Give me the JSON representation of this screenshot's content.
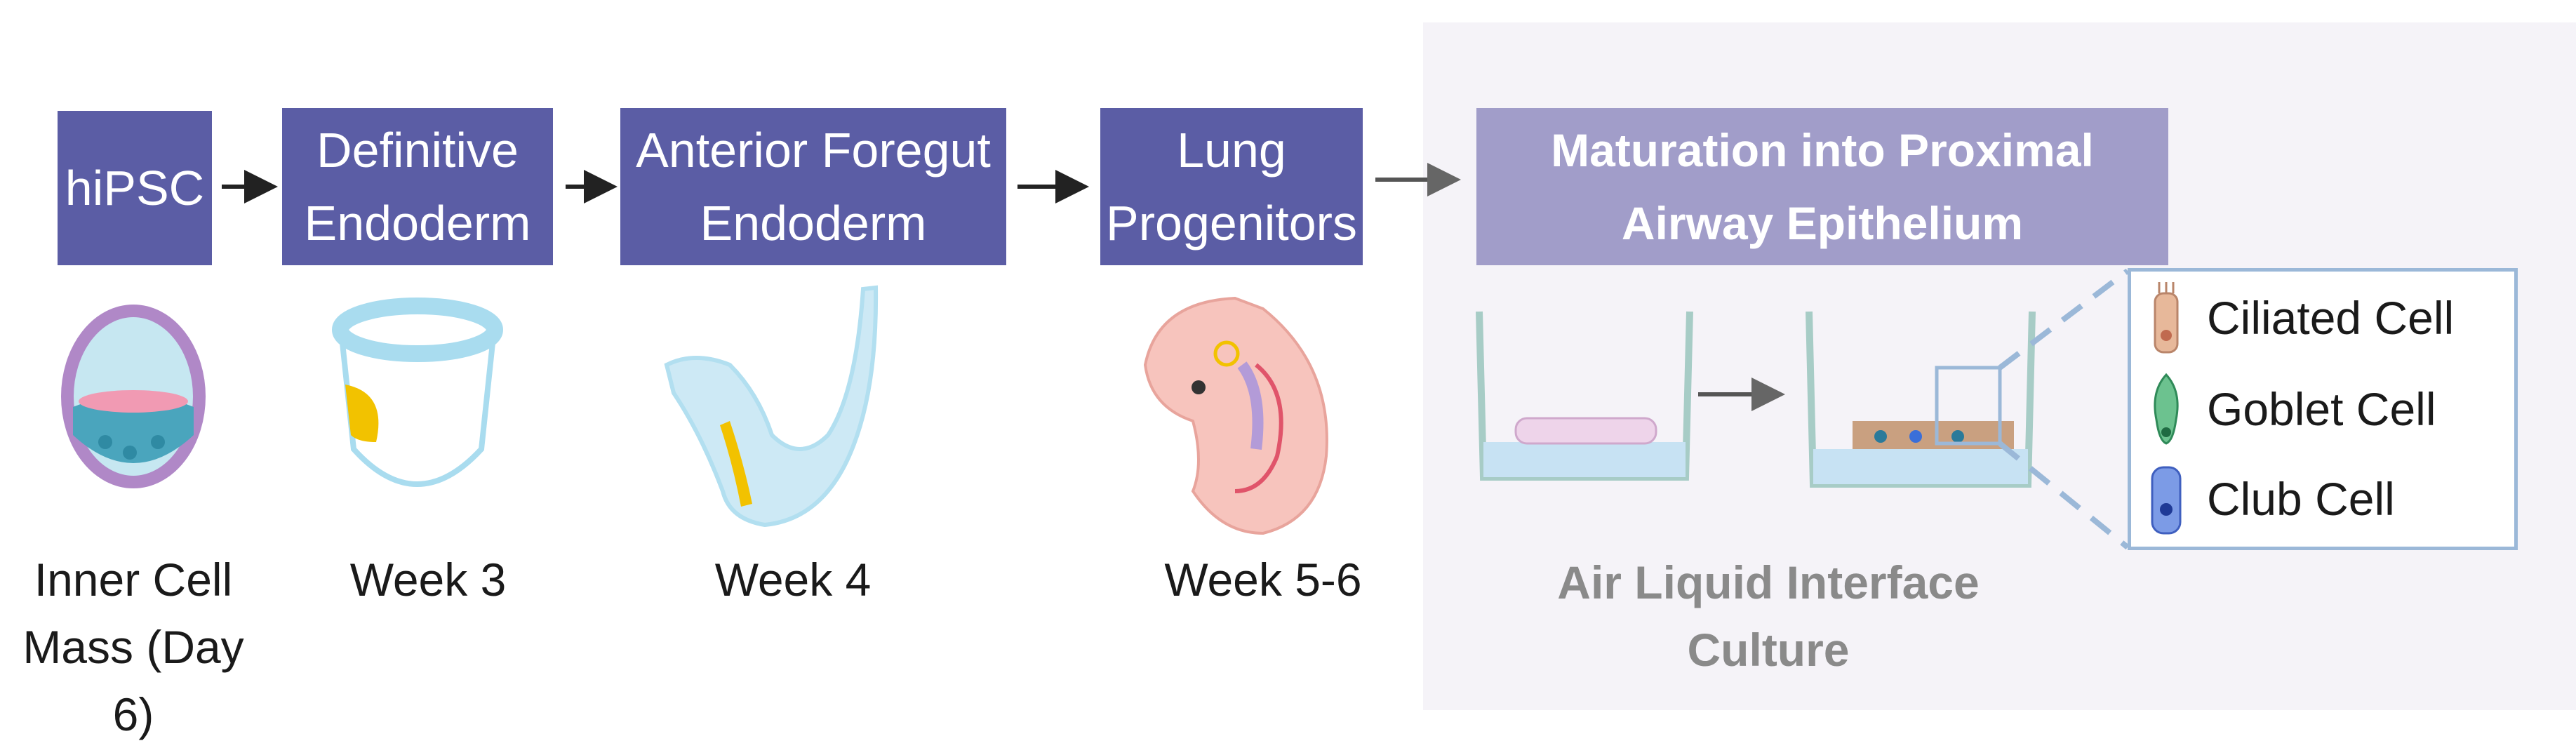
{
  "stages": [
    {
      "id": "hipsc",
      "label": "hiPSC"
    },
    {
      "id": "definitive-endoderm",
      "label": "Definitive\nEndoderm"
    },
    {
      "id": "anterior-foregut",
      "label": "Anterior Foregut\nEndoderm"
    },
    {
      "id": "lung-progenitors",
      "label": "Lung\nProgenitors"
    }
  ],
  "maturation": {
    "label": "Maturation into Proximal\nAirway Epithelium"
  },
  "timepoints": [
    {
      "id": "inner-cell-mass",
      "label": "Inner Cell\nMass (Day 6)"
    },
    {
      "id": "week3",
      "label": "Week 3"
    },
    {
      "id": "week4",
      "label": "Week 4"
    },
    {
      "id": "week5-6",
      "label": "Week 5-6"
    }
  ],
  "ali_label": "Air Liquid Interface Culture",
  "legend": [
    {
      "id": "ciliated",
      "label": "Ciliated Cell",
      "icon": "ciliated-cell-icon"
    },
    {
      "id": "goblet",
      "label": "Goblet Cell",
      "icon": "goblet-cell-icon"
    },
    {
      "id": "club",
      "label": "Club Cell",
      "icon": "club-cell-icon"
    }
  ],
  "colors": {
    "stage_box": "#5b5da5",
    "maturation_box": "#a19dc9",
    "panel_bg": "#f5f3f8",
    "legend_border": "#9bb8d8",
    "endoderm_yellow": "#f2c200",
    "embryo_pink": "#f7c4bd"
  }
}
